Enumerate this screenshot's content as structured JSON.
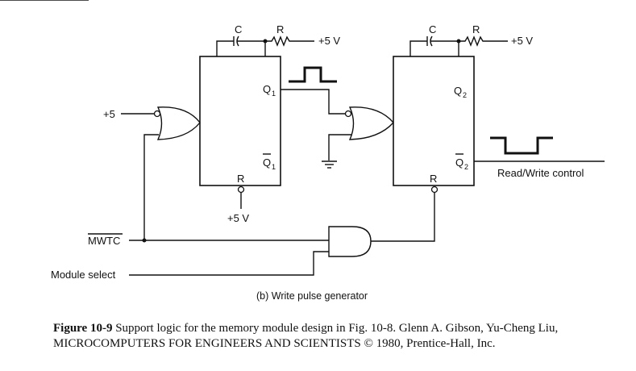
{
  "diagram": {
    "ff1": {
      "cap_label": "C",
      "res_label": "R",
      "vcc_label": "+5 V",
      "q_label": "Q",
      "q_sub": "1",
      "qbar_label": "Q",
      "qbar_sub": "1",
      "reset_label": "R",
      "reset_vcc_label": "+5 V"
    },
    "ff2": {
      "cap_label": "C",
      "res_label": "R",
      "vcc_label": "+5 V",
      "q_label": "Q",
      "q_sub": "2",
      "qbar_label": "Q",
      "qbar_sub": "2",
      "reset_label": "R"
    },
    "or1_input_label": "+5",
    "mwtc_label": "MWTC",
    "module_select_label": "Module select",
    "output_label": "Read/Write control",
    "subtitle": "(b)  Write pulse generator"
  },
  "caption": {
    "figure_label": "Figure  10-9",
    "text": " Support logic for the memory module design in Fig. 10-8. Glenn A. Gibson, Yu-Cheng Liu, MICROCOMPUTERS FOR ENGINEERS AND SCIENTISTS © 1980, Prentice-Hall, Inc."
  }
}
